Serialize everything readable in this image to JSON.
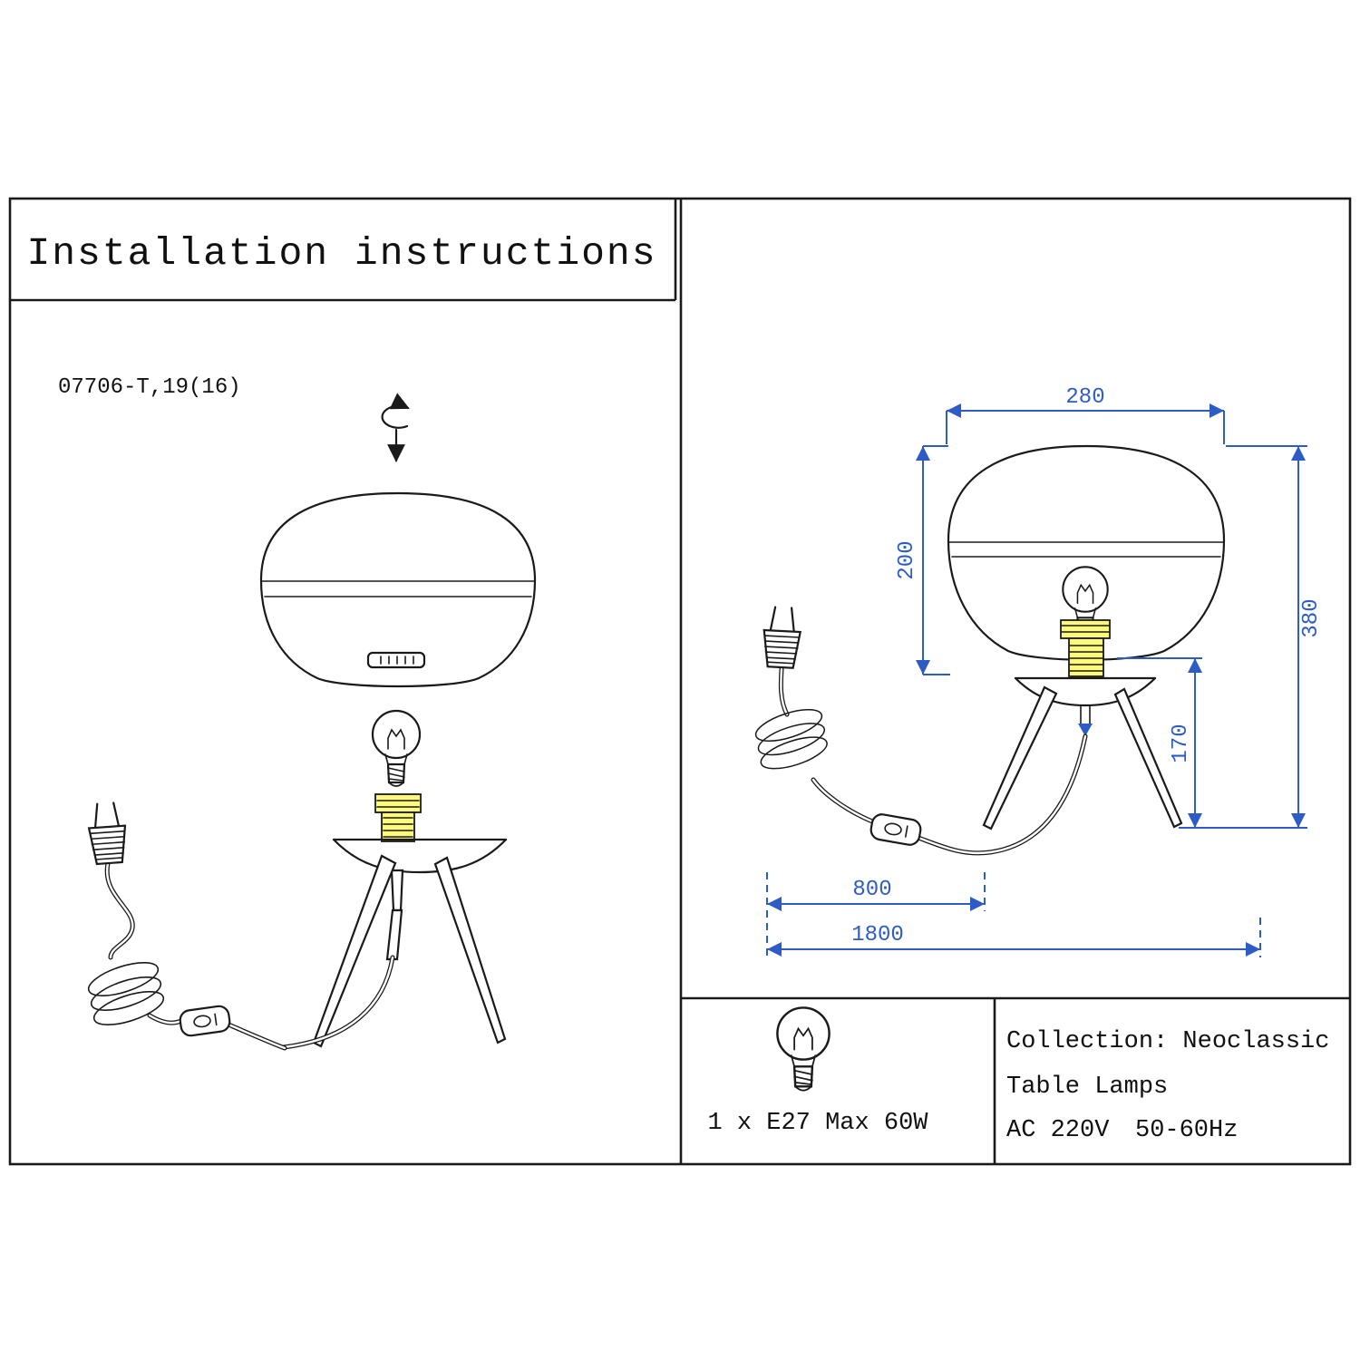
{
  "header": {
    "title": "Installation instructions"
  },
  "left_panel": {
    "model": "07706-T,19(16)"
  },
  "dimensions": {
    "shade_width": "280",
    "shade_height": "200",
    "total_height": "380",
    "base_height": "170",
    "cord_to_switch": "800",
    "cord_total": "1800"
  },
  "spec": {
    "bulb": "1 x E27 Max 60W",
    "collection": "Collection: Neoclassic",
    "category": "Table Lamps",
    "voltage": "AC 220V",
    "frequency": "50-60Hz"
  },
  "colors": {
    "line": "#1a1a1a",
    "dimension_blue": "#2e5cc5",
    "socket_yellow": "#fcf97c"
  }
}
